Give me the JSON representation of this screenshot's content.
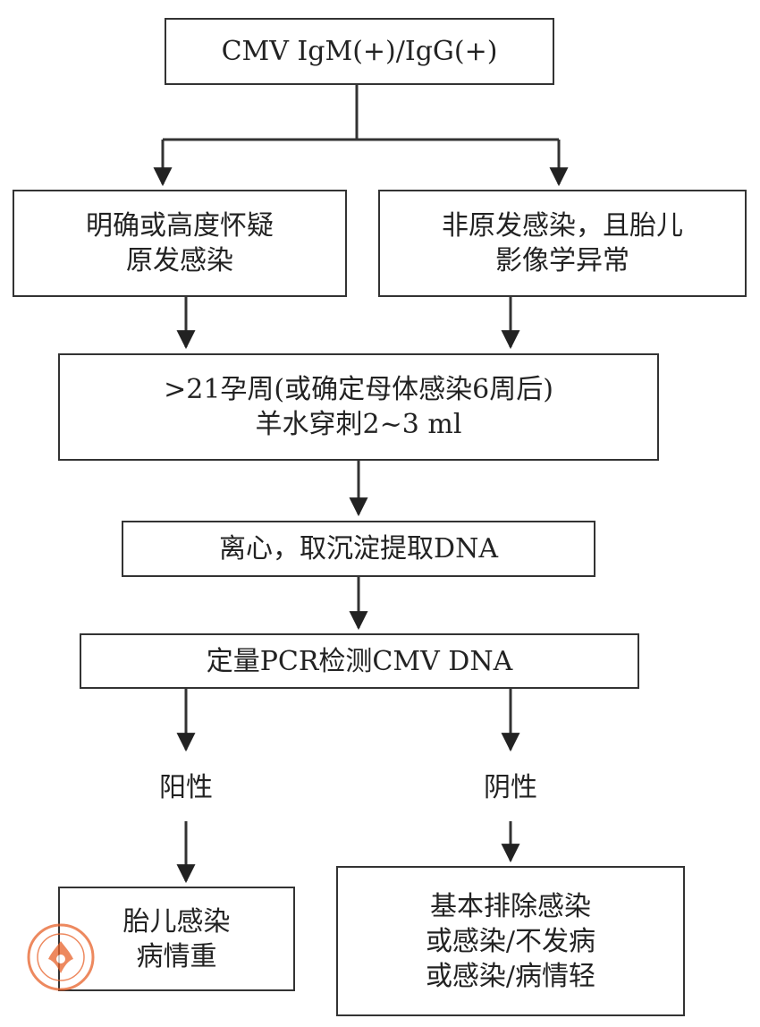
{
  "nodes": {
    "start": "CMV IgM(+)/IgG(+)",
    "left_branch": [
      "明确或高度怀疑",
      "原发感染"
    ],
    "right_branch": [
      "非原发感染，且胎儿",
      "影像学异常"
    ],
    "amnio": [
      ">21孕周(或确定母体感染6周后)",
      "羊水穿刺2~3 ml"
    ],
    "centrifuge": "离心，取沉淀提取DNA",
    "pcr": "定量PCR检测CMV DNA",
    "positive": "阳性",
    "negative": "阴性",
    "positive_result": [
      "胎儿感染",
      "病情重"
    ],
    "negative_result": [
      "基本排除感染",
      "或感染/不发病",
      "或感染/病情轻"
    ]
  },
  "colors": {
    "line": "#333333",
    "logo": "#e8622a"
  },
  "icons": {
    "logo": "medical-association-seal-icon"
  }
}
